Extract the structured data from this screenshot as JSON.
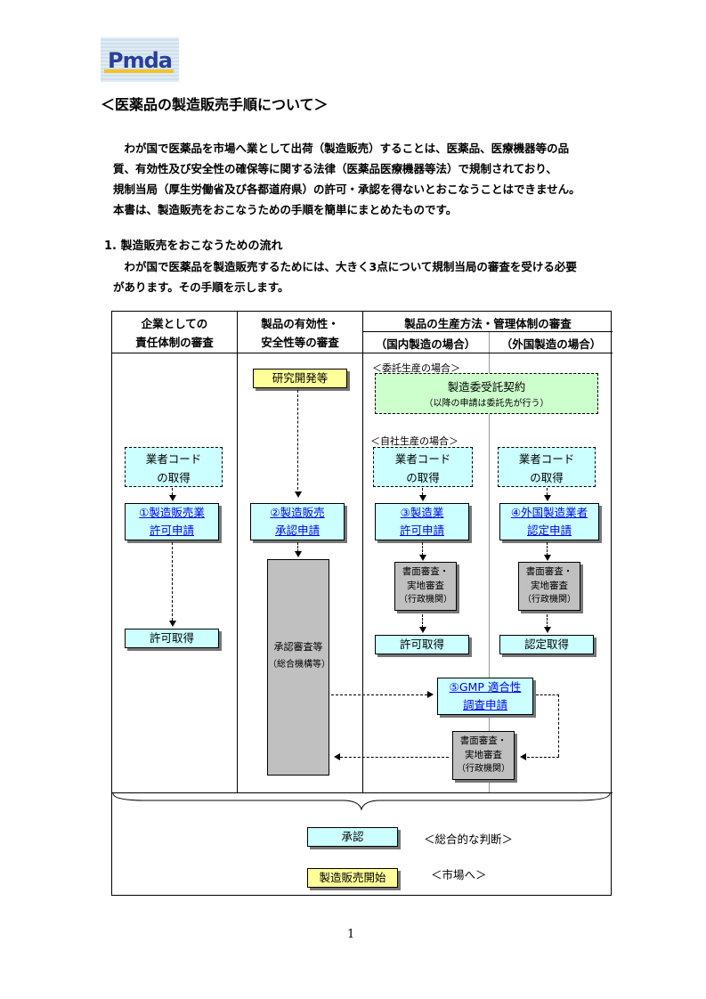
{
  "logo": {
    "text": "Pmda"
  },
  "title": "＜医薬品の製造販売手順について＞",
  "intro": {
    "lines": [
      "　わが国で医薬品を市場へ業として出荷（製造販売）することは、医薬品、医療機器等の品",
      "質、有効性及び安全性の確保等に関する法律（医薬品医療機器等法）で規制されており、",
      "規制当局（厚生労働省及び各都道府県）の許可・承認を得ないとおこなうことはできません。",
      "本書は、製造販売をおこなうための手順を簡単にまとめたものです。"
    ]
  },
  "section1": {
    "heading": "1. 製造販売をおこなうための流れ",
    "lines": [
      "　わが国で医薬品を製造販売するためには、大きく3点について規制当局の審査を受ける必要",
      "があります。その手順を示します。"
    ]
  },
  "flow": {
    "col1_header": [
      "企業としての",
      "責任体制の審査"
    ],
    "col2_header": [
      "製品の有効性・",
      "安全性等の審査"
    ],
    "col3_header": "製品の生産方法・管理体制の審査",
    "col3_sub_domestic": "（国内製造の場合）",
    "col3_sub_foreign": "（外国製造の場合）",
    "research": "研究開発等",
    "consign_note": "＜委託生産の場合＞",
    "consign_box": [
      "製造委受託契約",
      "（以降の申請は委託先が行う）"
    ],
    "self_note": "＜自社生産の場合＞",
    "code1": [
      "業者コード",
      "の取得"
    ],
    "code2": [
      "業者コード",
      "の取得"
    ],
    "code3": [
      "業者コード",
      "の取得"
    ],
    "app1": [
      "①製造販売業",
      "許可申請"
    ],
    "app2": [
      "②製造販売",
      "承認申請"
    ],
    "app3": [
      "③製造業",
      "許可申請"
    ],
    "app4": [
      "④外国製造業者",
      "認定申請"
    ],
    "review_dom": [
      "書面審査・",
      "実地審査",
      "（行政機関）"
    ],
    "review_for": [
      "書面審査・",
      "実地審査",
      "（行政機関）"
    ],
    "approval_review": [
      "承認審査等",
      "（総合機構等）"
    ],
    "permit1": "許可取得",
    "permit3": "許可取得",
    "cert4": "認定取得",
    "gmp": [
      "⑤GMP 適合性",
      "調査申請"
    ],
    "review_gmp": [
      "書面審査・",
      "実地審査",
      "（行政機関）"
    ],
    "approval": "承認",
    "approval_note": "＜総合的な判断＞",
    "start": "製造販売開始",
    "start_note": "＜市場へ＞"
  },
  "page_number": "1"
}
